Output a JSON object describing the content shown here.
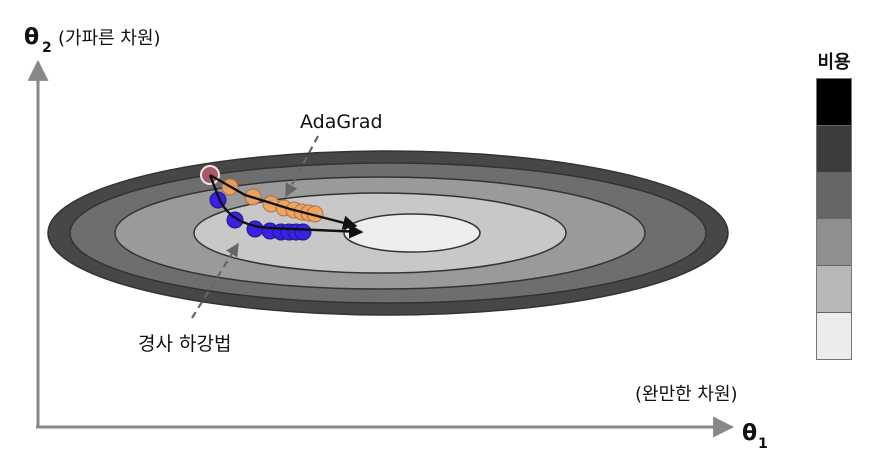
{
  "axes": {
    "y_symbol": "θ",
    "y_subscript": "2",
    "y_label": "(가파른 차원)",
    "x_symbol": "θ",
    "x_subscript": "1",
    "x_label": "(완만한 차원)"
  },
  "annotations": {
    "adagrad_label": "AdaGrad",
    "gd_label": "경사 하강법"
  },
  "legend": {
    "title": "비용",
    "levels": [
      "#000000",
      "#3c3c3c",
      "#666666",
      "#8f8f8f",
      "#b8b8b8",
      "#ececec"
    ]
  },
  "contours": {
    "fills": [
      "#474747",
      "#6e6e6e",
      "#9a9a9a",
      "#c8c8c8",
      "#eeeeee"
    ]
  },
  "colors": {
    "adagrad_point": "#f0a45a",
    "gd_point": "#3a1fe6",
    "start_point": "#a85868",
    "arrow": "#111111",
    "axis": "#888888"
  }
}
